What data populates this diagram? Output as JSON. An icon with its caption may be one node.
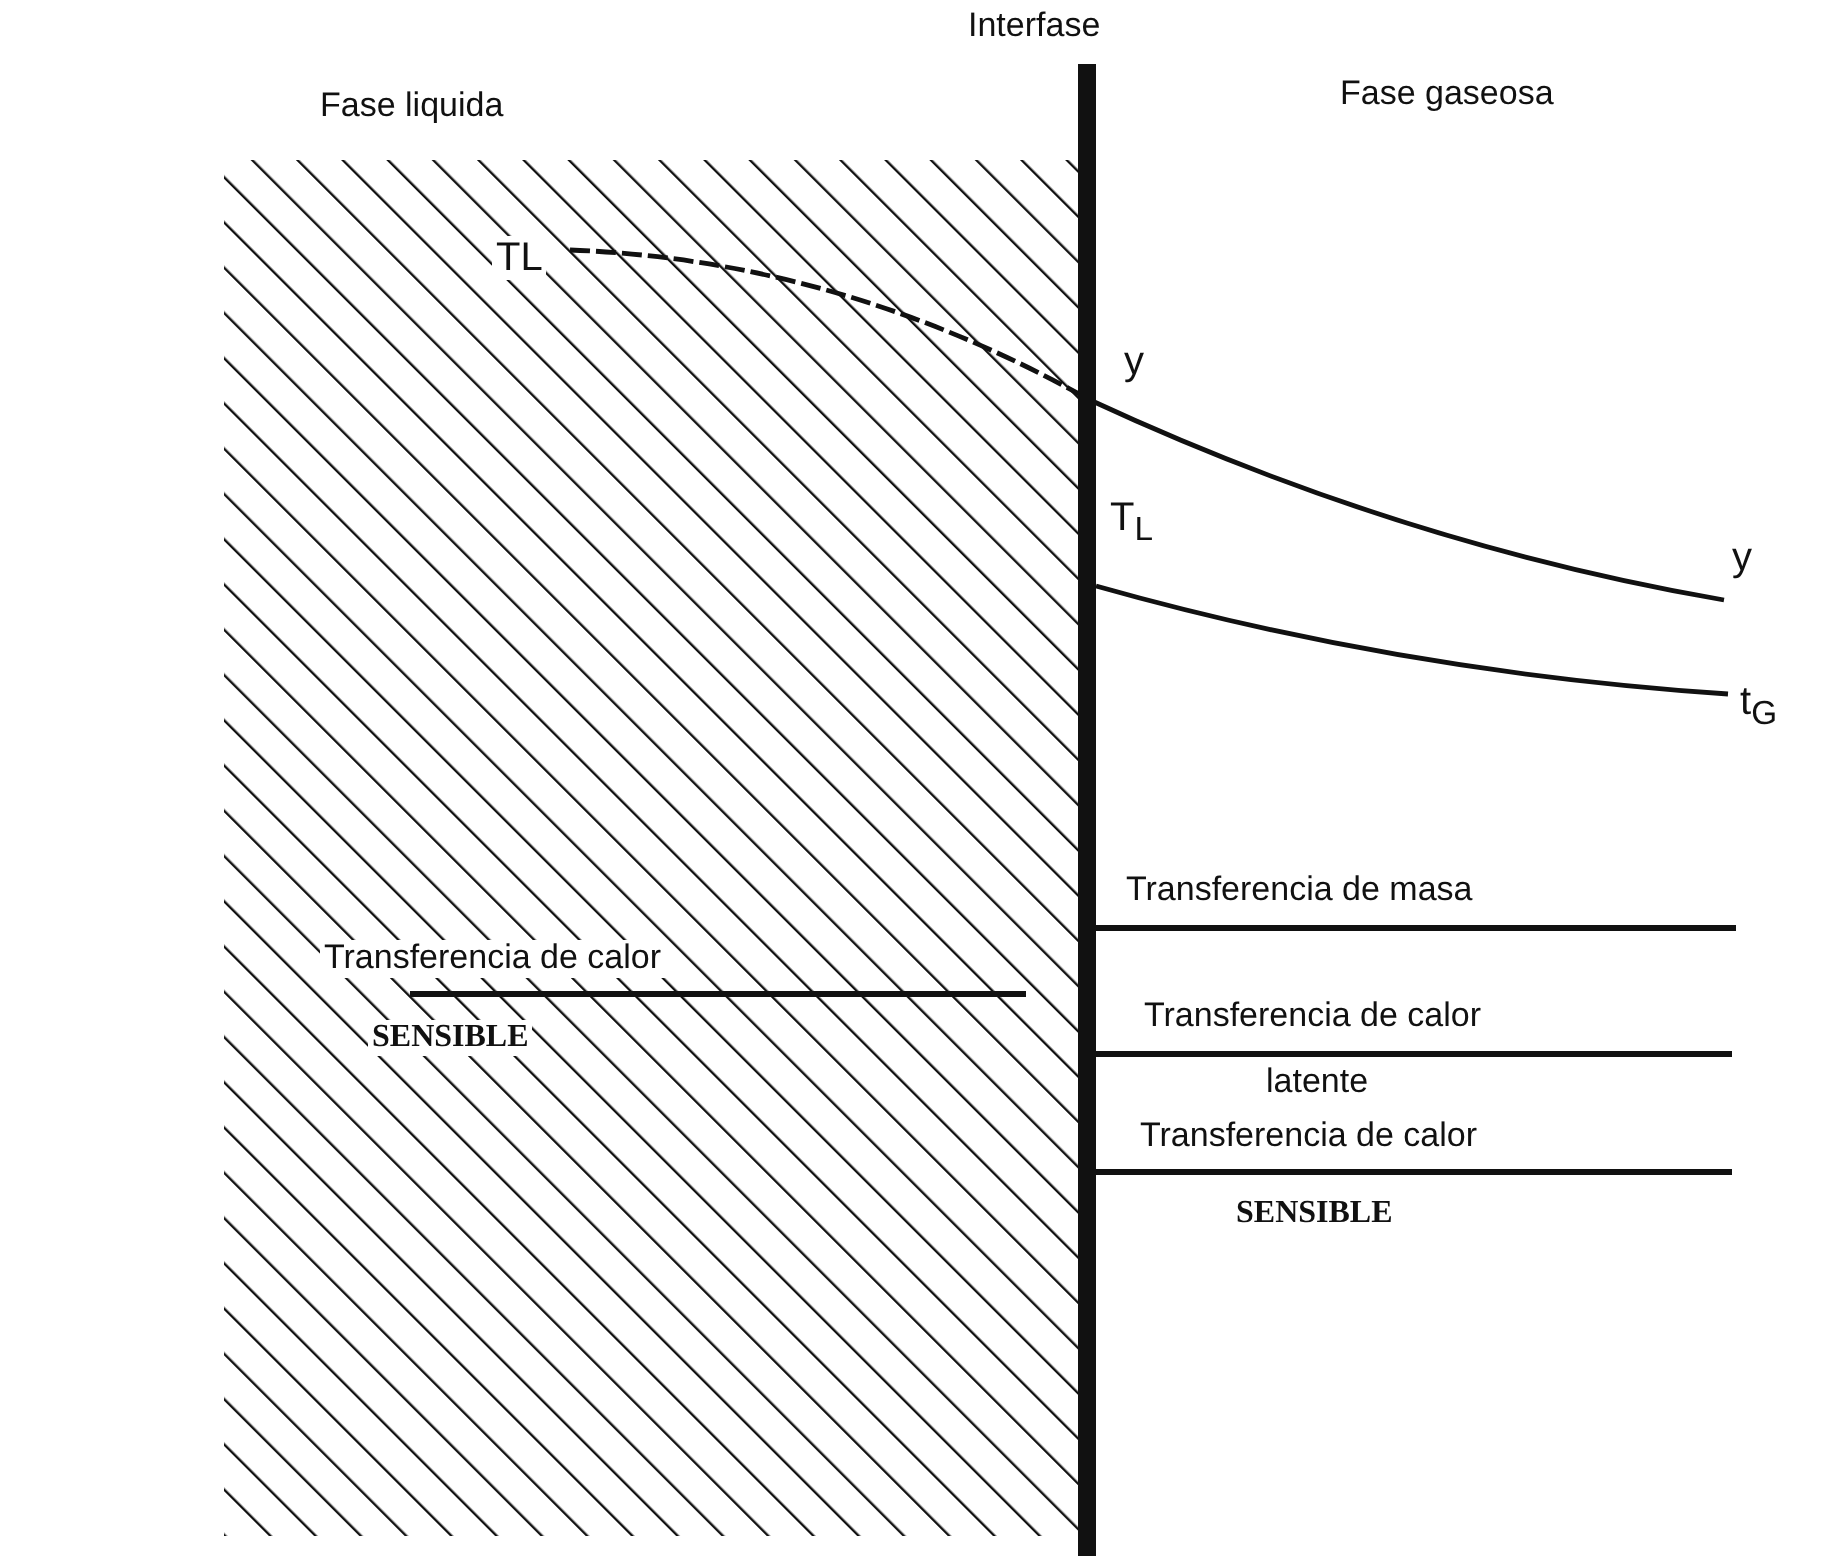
{
  "diagram": {
    "labels": [
      "Interfase",
      "Fase liquida",
      "Fase gaseosa",
      "TL",
      "y",
      "T$_{L}$",
      "y",
      "t$_{G}$",
      "Transferencia de masa",
      "Transferencia de calor",
      "SENSIBLE",
      "Transferencia de calor",
      "latente",
      "Transferencia de calor",
      "SENSIBLE"
    ]
  }
}
